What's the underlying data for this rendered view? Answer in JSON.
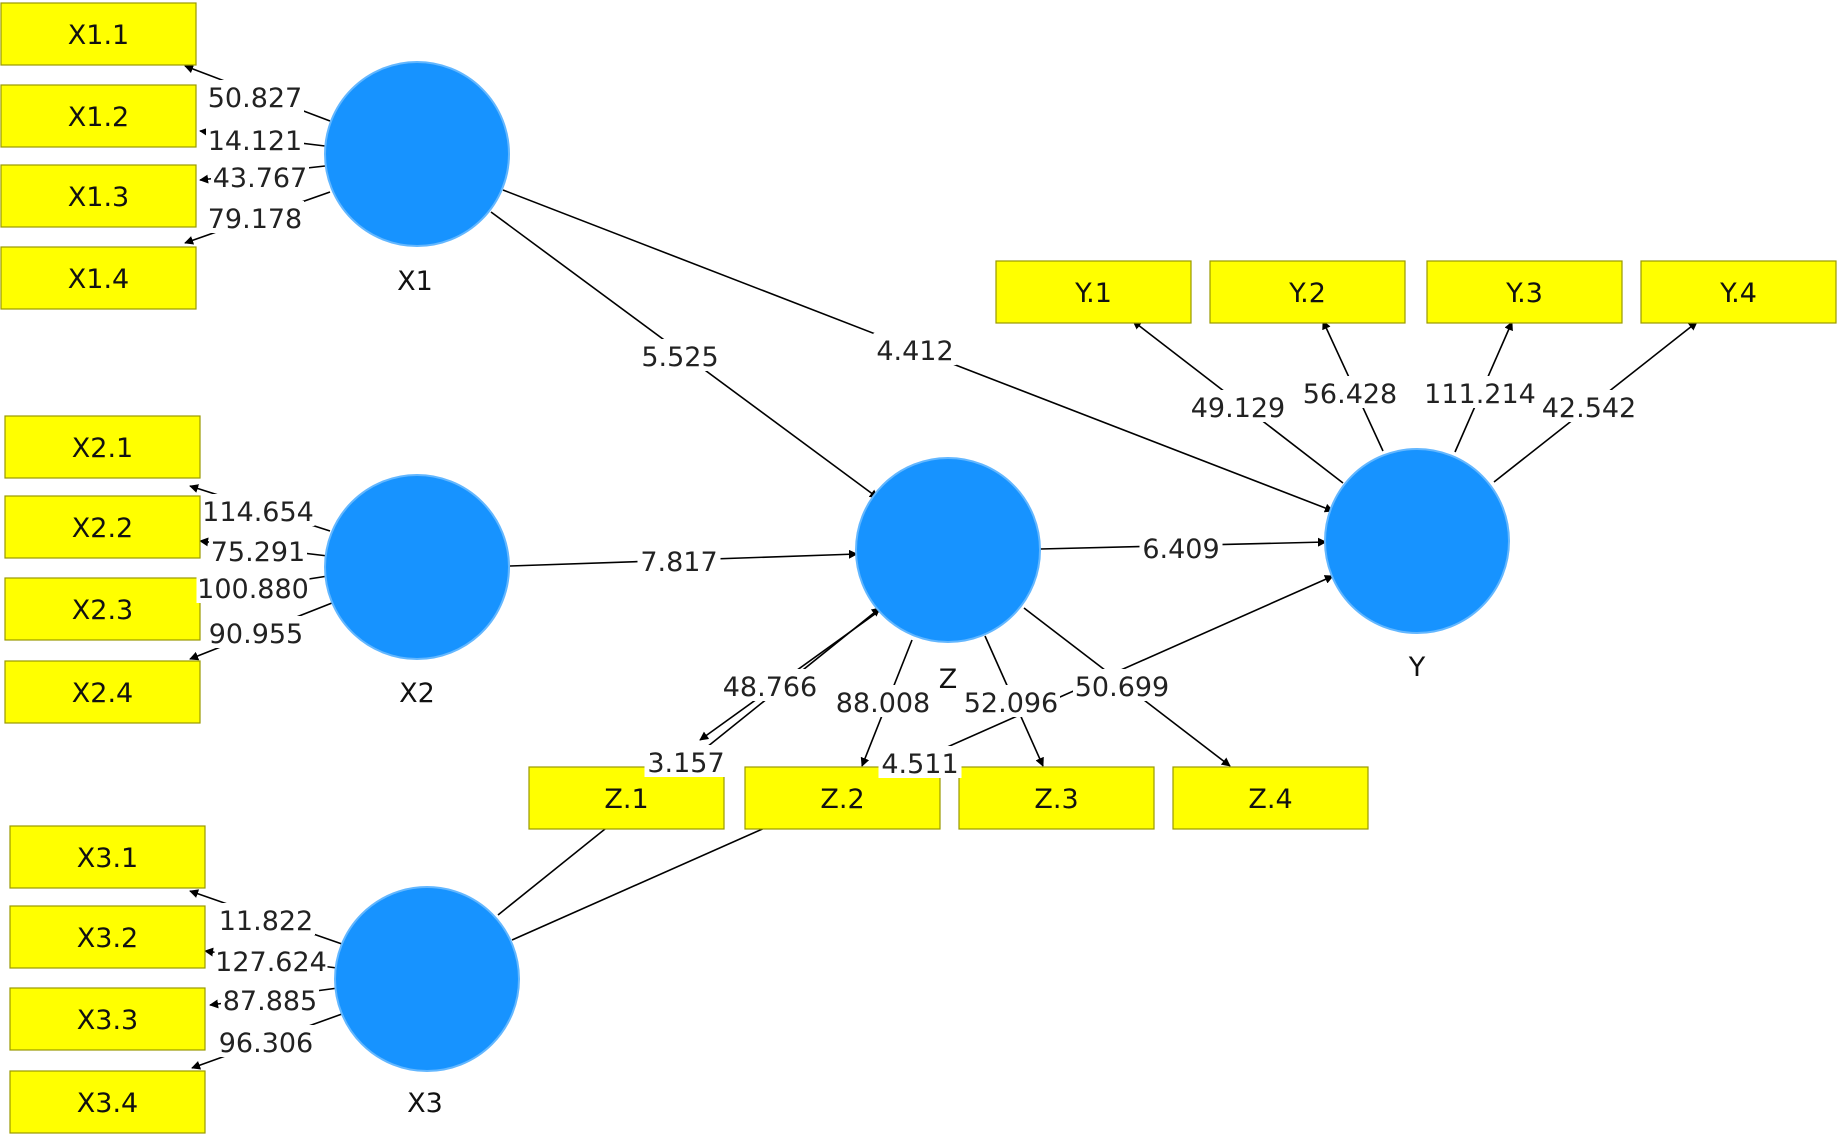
{
  "diagram": {
    "colors": {
      "latent_fill": "#1793ff",
      "indicator_fill": "#ffff00",
      "edge": "#000000"
    },
    "latents": [
      {
        "id": "X1",
        "label": "X1"
      },
      {
        "id": "X2",
        "label": "X2"
      },
      {
        "id": "X3",
        "label": "X3"
      },
      {
        "id": "Z",
        "label": "Z"
      },
      {
        "id": "Y",
        "label": "Y"
      }
    ],
    "indicators": [
      {
        "id": "X1.1",
        "label": "X1.1"
      },
      {
        "id": "X1.2",
        "label": "X1.2"
      },
      {
        "id": "X1.3",
        "label": "X1.3"
      },
      {
        "id": "X1.4",
        "label": "X1.4"
      },
      {
        "id": "X2.1",
        "label": "X2.1"
      },
      {
        "id": "X2.2",
        "label": "X2.2"
      },
      {
        "id": "X2.3",
        "label": "X2.3"
      },
      {
        "id": "X2.4",
        "label": "X2.4"
      },
      {
        "id": "X3.1",
        "label": "X3.1"
      },
      {
        "id": "X3.2",
        "label": "X3.2"
      },
      {
        "id": "X3.3",
        "label": "X3.3"
      },
      {
        "id": "X3.4",
        "label": "X3.4"
      },
      {
        "id": "Z.1",
        "label": "Z.1"
      },
      {
        "id": "Z.2",
        "label": "Z.2"
      },
      {
        "id": "Z.3",
        "label": "Z.3"
      },
      {
        "id": "Z.4",
        "label": "Z.4"
      },
      {
        "id": "Y.1",
        "label": "Y.1"
      },
      {
        "id": "Y.2",
        "label": "Y.2"
      },
      {
        "id": "Y.3",
        "label": "Y.3"
      },
      {
        "id": "Y.4",
        "label": "Y.4"
      }
    ],
    "loadings": [
      {
        "from": "X1",
        "to": "X1.1",
        "value": "50.827"
      },
      {
        "from": "X1",
        "to": "X1.2",
        "value": "14.121"
      },
      {
        "from": "X1",
        "to": "X1.3",
        "value": "43.767"
      },
      {
        "from": "X1",
        "to": "X1.4",
        "value": "79.178"
      },
      {
        "from": "X2",
        "to": "X2.1",
        "value": "114.654"
      },
      {
        "from": "X2",
        "to": "X2.2",
        "value": "75.291"
      },
      {
        "from": "X2",
        "to": "X2.3",
        "value": "100.880"
      },
      {
        "from": "X2",
        "to": "X2.4",
        "value": "90.955"
      },
      {
        "from": "X3",
        "to": "X3.1",
        "value": "11.822"
      },
      {
        "from": "X3",
        "to": "X3.2",
        "value": "127.624"
      },
      {
        "from": "X3",
        "to": "X3.3",
        "value": "87.885"
      },
      {
        "from": "X3",
        "to": "X3.4",
        "value": "96.306"
      },
      {
        "from": "Z",
        "to": "Z.1",
        "value": "48.766"
      },
      {
        "from": "Z",
        "to": "Z.2",
        "value": "88.008"
      },
      {
        "from": "Z",
        "to": "Z.3",
        "value": "52.096"
      },
      {
        "from": "Z",
        "to": "Z.4",
        "value": "50.699"
      },
      {
        "from": "Y",
        "to": "Y.1",
        "value": "49.129"
      },
      {
        "from": "Y",
        "to": "Y.2",
        "value": "56.428"
      },
      {
        "from": "Y",
        "to": "Y.3",
        "value": "111.214"
      },
      {
        "from": "Y",
        "to": "Y.4",
        "value": "42.542"
      }
    ],
    "paths": [
      {
        "from": "X1",
        "to": "Z",
        "value": "5.525"
      },
      {
        "from": "X1",
        "to": "Y",
        "value": "4.412"
      },
      {
        "from": "X2",
        "to": "Z",
        "value": "7.817"
      },
      {
        "from": "Z",
        "to": "Y",
        "value": "6.409"
      },
      {
        "from": "X3",
        "to": "Z",
        "value": "3.157"
      },
      {
        "from": "X3",
        "to": "Y",
        "value": "4.511"
      }
    ]
  }
}
